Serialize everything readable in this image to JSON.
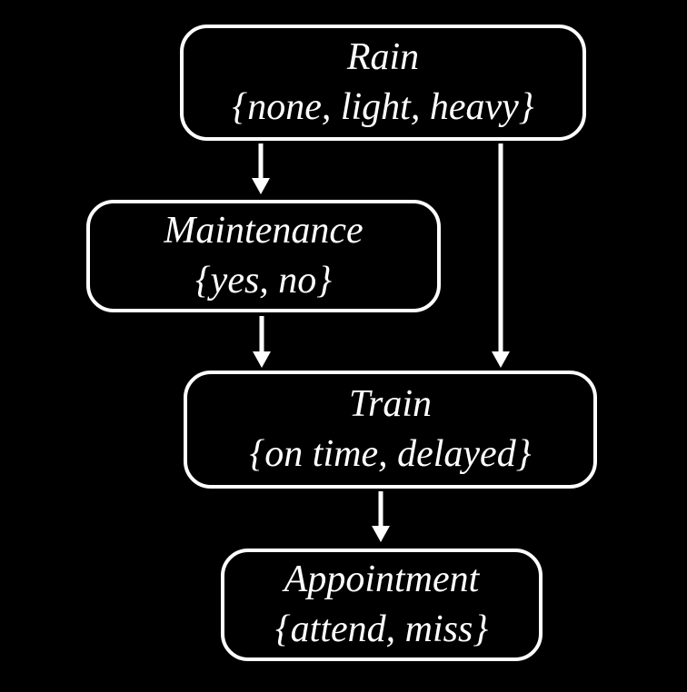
{
  "diagram": {
    "type": "bayesian-network",
    "background_color": "#000000",
    "node_border_color": "#ffffff",
    "text_color": "#ffffff",
    "arrow_color": "#ffffff"
  },
  "nodes": {
    "rain": {
      "label": "Rain",
      "states": "{none, light, heavy}"
    },
    "maintenance": {
      "label": "Maintenance",
      "states": "{yes, no}"
    },
    "train": {
      "label": "Train",
      "states": "{on time, delayed}"
    },
    "appointment": {
      "label": "Appointment",
      "states": "{attend, miss}"
    }
  },
  "edges": [
    {
      "from": "Rain",
      "to": "Maintenance"
    },
    {
      "from": "Rain",
      "to": "Train"
    },
    {
      "from": "Maintenance",
      "to": "Train"
    },
    {
      "from": "Train",
      "to": "Appointment"
    }
  ]
}
